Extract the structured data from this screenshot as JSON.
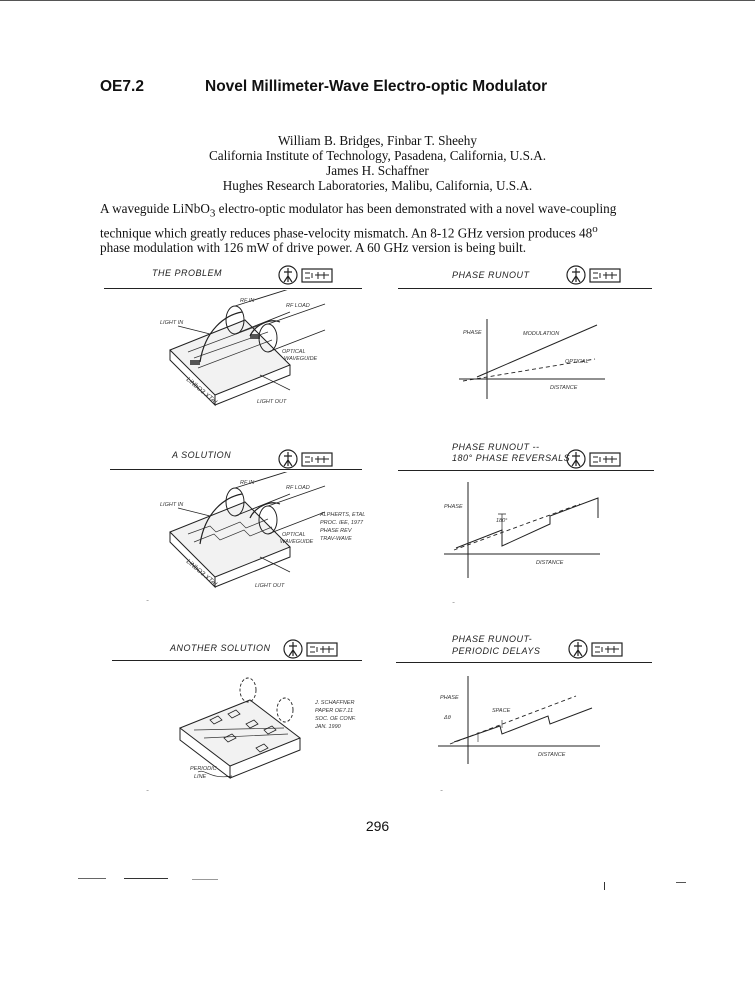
{
  "paper": {
    "code": "OE7.2",
    "title": "Novel Millimeter-Wave Electro-optic Modulator",
    "authors": [
      "William B. Bridges, Finbar T. Sheehy",
      "California Institute of Technology, Pasadena, California, U.S.A.",
      "James H. Schaffner",
      "Hughes Research Laboratories, Malibu, California, U.S.A."
    ],
    "abstract": {
      "line1_a": "A waveguide LiNbO",
      "line1_sub": "3",
      "line1_b": " electro-optic modulator has been demonstrated with a novel wave-coupling",
      "line2_a": "technique which greatly reduces phase-velocity mismatch.  An 8-12 GHz version produces 48",
      "line2_sup": "o",
      "line3": "phase modulation with 126 mW of drive power.  A 60 GHz version is being built."
    },
    "page_number": "296"
  },
  "panels": {
    "p1": {
      "title": "THE PROBLEM",
      "labels": {
        "rf_in": "RF IN",
        "rf_load": "RF LOAD",
        "light_in": "LIGHT IN",
        "optical": "OPTICAL",
        "waveguide": "WAVEGUIDE",
        "linbo": "LiNbO3 XTAL",
        "light_out": "LIGHT OUT"
      }
    },
    "p2": {
      "title": "PHASE RUNOUT",
      "labels": {
        "phase": "PHASE",
        "modulation": "MODULATION",
        "optical": "OPTICAL",
        "distance": "DISTANCE"
      }
    },
    "p3": {
      "title": "A SOLUTION",
      "labels": {
        "rf_in": "RF IN",
        "rf_load": "RF LOAD",
        "light_in": "LIGHT IN",
        "optical": "OPTICAL",
        "waveguide": "WAVEGUIDE",
        "linbo": "LiNbO3 XTAL",
        "light_out": "LIGHT OUT",
        "note1": "ALPHERTS, ETAL",
        "note2": "PROC. IEE, 1977",
        "note3": "PHASE REV",
        "note4": "TRAV-WAVE"
      }
    },
    "p4": {
      "title1": "PHASE RUNOUT --",
      "title2": "180° PHASE REVERSALS",
      "labels": {
        "phase": "PHASE",
        "distance": "DISTANCE",
        "deg": "180°"
      }
    },
    "p5": {
      "title": "ANOTHER SOLUTION",
      "labels": {
        "note1": "J. SCHAFFNER",
        "note2": "PAPER OE7.11",
        "note3": "SOC. OE CONF.",
        "note4": "JAN. 1990",
        "periodic": "PERIODIC",
        "line": "LINE"
      }
    },
    "p6": {
      "title1": "PHASE RUNOUT-",
      "title2": "PERIODIC DELAYS",
      "labels": {
        "phase": "PHASE",
        "distance": "DISTANCE",
        "delta": "Δθ",
        "spacing": "SPACE"
      }
    }
  }
}
